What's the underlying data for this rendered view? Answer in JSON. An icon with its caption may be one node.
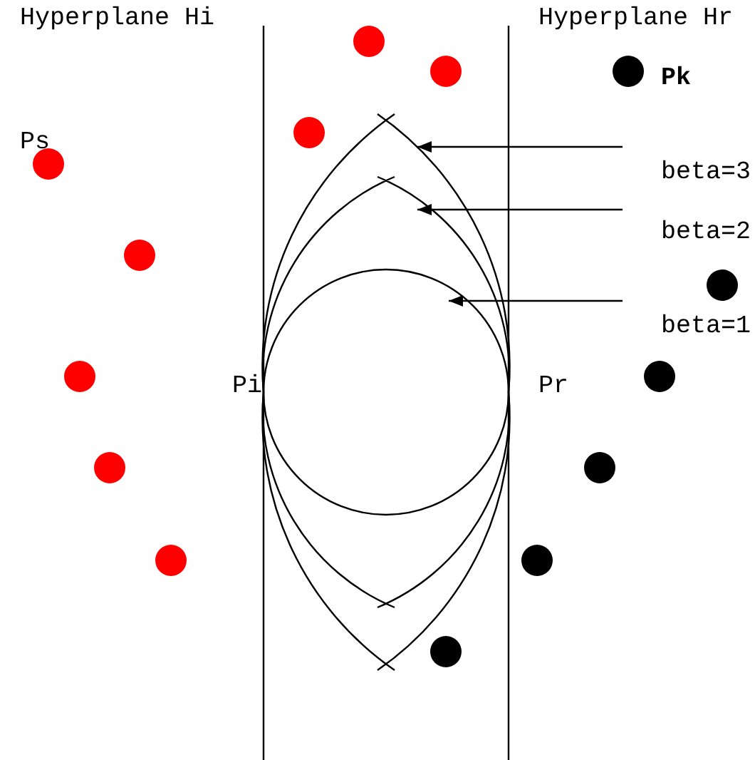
{
  "diagram": {
    "nodes": [
      {
        "text": [
          "beta=3"
        ]
      },
      {
        "text": [
          "beta=2"
        ]
      },
      {
        "text": [
          "beta=1"
        ]
      },
      {
        "text": [],
        "shape": "arc"
      },
      {
        "text": [],
        "shape": "arc",
        "in": 3
      },
      {
        "text": [],
        "shape": "circle",
        "in": 4
      }
    ],
    "edges": [
      {
        "from": 0,
        "to": 3,
        "arrow": "to"
      },
      {
        "from": 1,
        "to": 4,
        "arrow": "to"
      },
      {
        "from": 2,
        "to": 5,
        "arrow": "to"
      }
    ],
    "labels": [
      "Hyperplane Hi",
      "Hyperplane Hr",
      "Pk",
      "Ps",
      "Pi",
      "Pr"
    ]
  }
}
